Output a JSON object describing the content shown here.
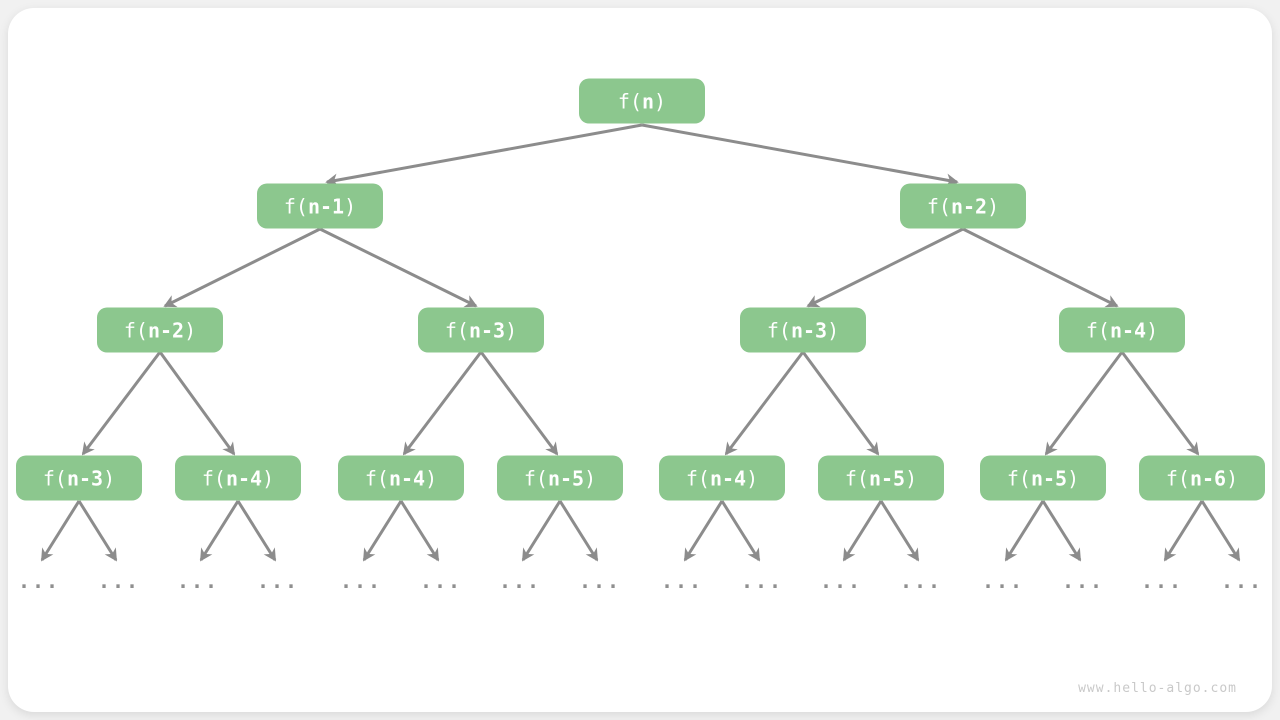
{
  "colors": {
    "page_background": "#f1f1f1",
    "card_background": "#ffffff",
    "node_fill": "#8cc78e",
    "node_text": "#ffffff",
    "arrow": "#8c8c8c",
    "ellipsis": "#8f8f8f",
    "watermark": "#c9c9c9"
  },
  "diagram": {
    "root": {
      "pre": "f(",
      "arg": "n",
      "post": ")"
    },
    "level2": [
      {
        "pre": "f(",
        "arg": "n-1",
        "post": ")"
      },
      {
        "pre": "f(",
        "arg": "n-2",
        "post": ")"
      }
    ],
    "level3": [
      {
        "pre": "f(",
        "arg": "n-2",
        "post": ")"
      },
      {
        "pre": "f(",
        "arg": "n-3",
        "post": ")"
      },
      {
        "pre": "f(",
        "arg": "n-3",
        "post": ")"
      },
      {
        "pre": "f(",
        "arg": "n-4",
        "post": ")"
      }
    ],
    "level4": [
      {
        "pre": "f(",
        "arg": "n-3",
        "post": ")"
      },
      {
        "pre": "f(",
        "arg": "n-4",
        "post": ")"
      },
      {
        "pre": "f(",
        "arg": "n-4",
        "post": ")"
      },
      {
        "pre": "f(",
        "arg": "n-5",
        "post": ")"
      },
      {
        "pre": "f(",
        "arg": "n-4",
        "post": ")"
      },
      {
        "pre": "f(",
        "arg": "n-5",
        "post": ")"
      },
      {
        "pre": "f(",
        "arg": "n-5",
        "post": ")"
      },
      {
        "pre": "f(",
        "arg": "n-6",
        "post": ")"
      }
    ],
    "leaves": [
      "...",
      "...",
      "...",
      "...",
      "...",
      "...",
      "...",
      "...",
      "...",
      "...",
      "...",
      "...",
      "...",
      "...",
      "...",
      "..."
    ]
  },
  "footer": {
    "watermark": "www.hello-algo.com"
  }
}
